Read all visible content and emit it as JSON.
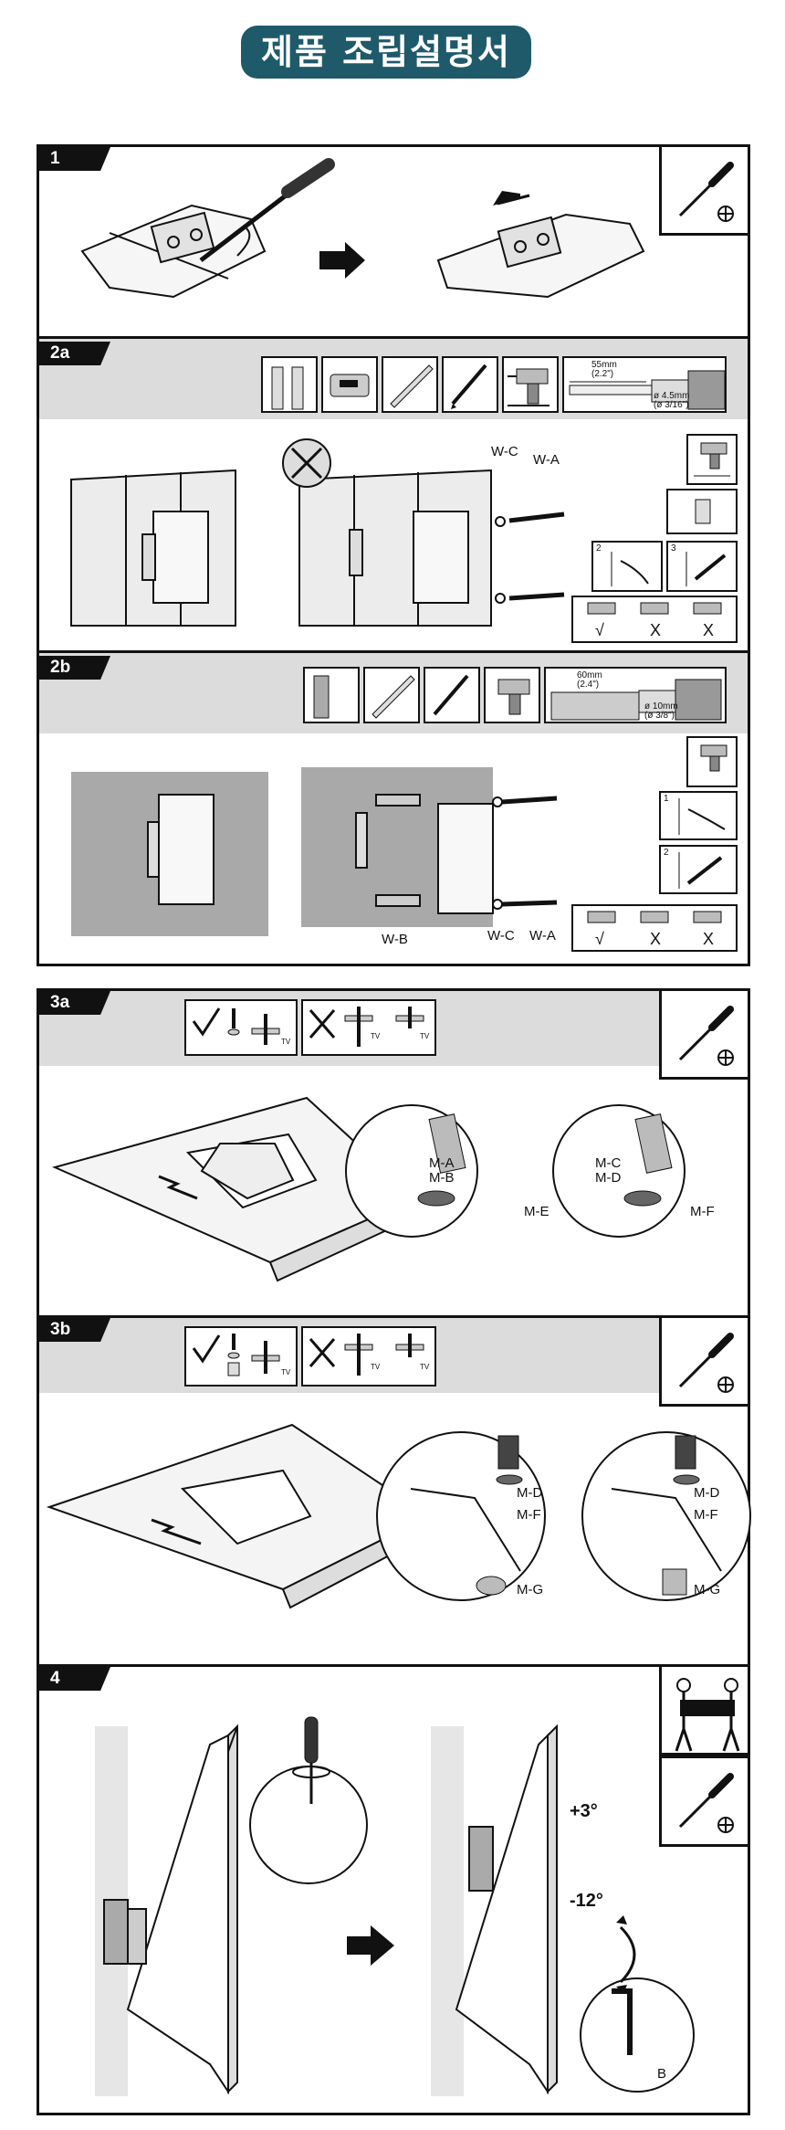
{
  "title": "제품 조립설명서",
  "steps": {
    "s1": "1",
    "s2a": "2a",
    "s2b": "2b",
    "s3a": "3a",
    "s3b": "3b",
    "s4": "4"
  },
  "step2a": {
    "dim_mm": "55mm",
    "dim_in": "(2.2\")",
    "drill_mm": "ø 4.5mm",
    "drill_in": "(ø 3/16\")",
    "label_wc": "W-C",
    "label_wa": "W-A",
    "sub2": "2",
    "sub3": "3",
    "check": "√",
    "cross1": "X",
    "cross2": "X"
  },
  "step2b": {
    "dim_mm": "60mm",
    "dim_in": "(2.4\")",
    "drill_mm": "ø 10mm",
    "drill_in": "(ø 3/8\")",
    "label_wb": "W-B",
    "label_wc": "W-C",
    "label_wa": "W-A",
    "sub1": "1",
    "sub2": "2",
    "check": "√",
    "cross1": "X",
    "cross2": "X"
  },
  "step3a": {
    "tv": "TV",
    "ma": "M-A",
    "mb": "M-B",
    "me": "M-E",
    "mc": "M-C",
    "md": "M-D",
    "mf": "M-F"
  },
  "step3b": {
    "tv": "TV",
    "md1": "M-D",
    "mf1": "M-F",
    "mg1": "M-G",
    "md2": "M-D",
    "mf2": "M-F",
    "mg2": "M-G"
  },
  "step4": {
    "tilt_up": "+3°",
    "tilt_down": "-12°",
    "label_b": "B"
  },
  "colors": {
    "title_bg": "#1f5a6b",
    "band": "#dcdcdc",
    "concrete": "#a9a9a9",
    "ink": "#111111"
  },
  "icons": [
    "screwdriver-icon",
    "phillips-tip-icon",
    "two-people-lift-icon",
    "drill-icon",
    "level-icon",
    "pencil-icon",
    "stud-finder-icon",
    "arrow-icon"
  ]
}
